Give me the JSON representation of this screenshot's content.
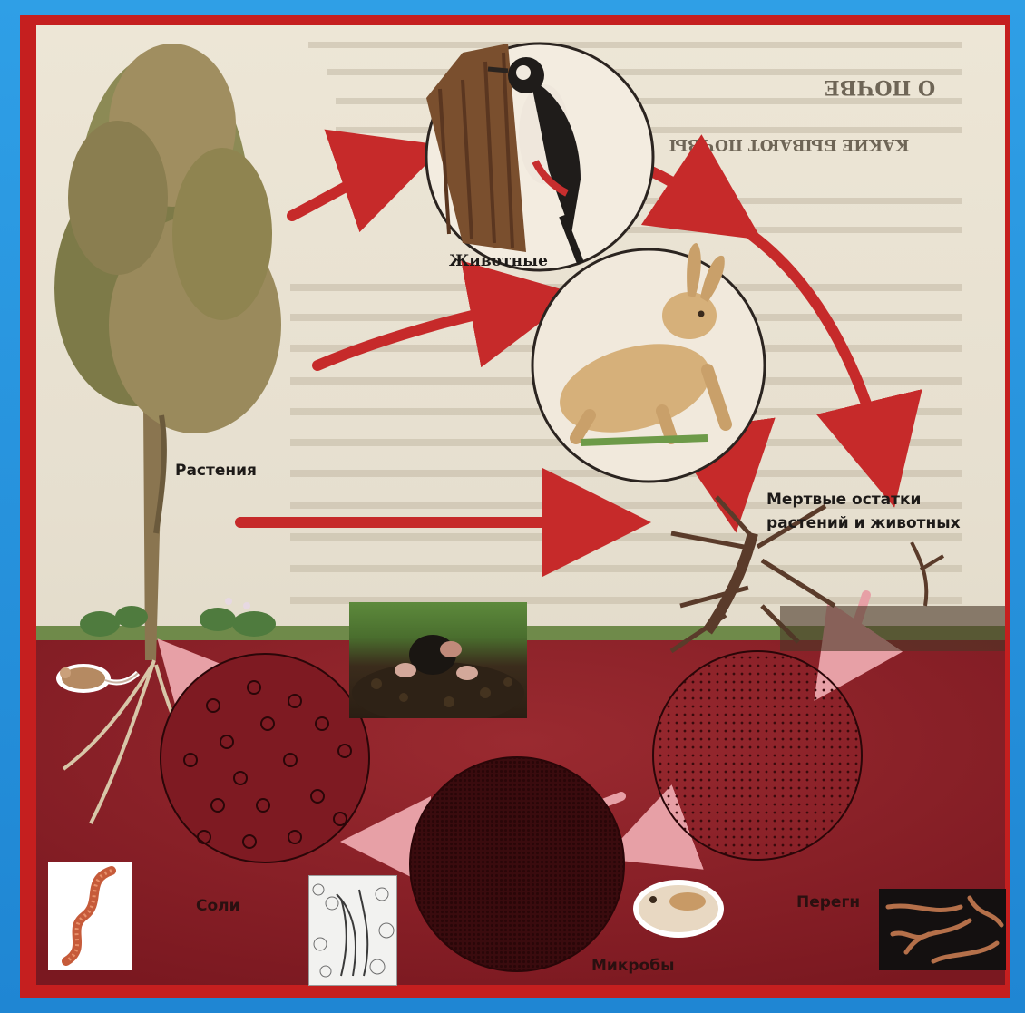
{
  "diagram": {
    "labels": {
      "animals": "Животные",
      "plants": "Растения",
      "dead_remains_line1": "Мертвые остатки",
      "dead_remains_line2": "растений и животных",
      "salts": "Соли",
      "microbes": "Микробы",
      "humus": "Перегн"
    },
    "book_text": {
      "heading": "О ПОЧВЕ",
      "subheading": "КАКИЕ БЫВАЮТ ПОЧВЫ"
    }
  },
  "colors": {
    "frame": "#c51f1f",
    "background": "#2a95df",
    "arrow": "#c62a2a",
    "soil": "#8c1f26",
    "paper": "#e9e2d2"
  },
  "icons": {
    "tree": "tree-icon",
    "woodpecker": "woodpecker-icon",
    "hare": "hare-icon",
    "dead_stump": "dead-stump-icon",
    "mole": "mole-photo",
    "mouse": "mouse-icon",
    "centipede": "centipede-icon",
    "microbe_sketch": "microbe-sketch-icon",
    "hamster": "hamster-icon",
    "worms": "worms-photo"
  }
}
